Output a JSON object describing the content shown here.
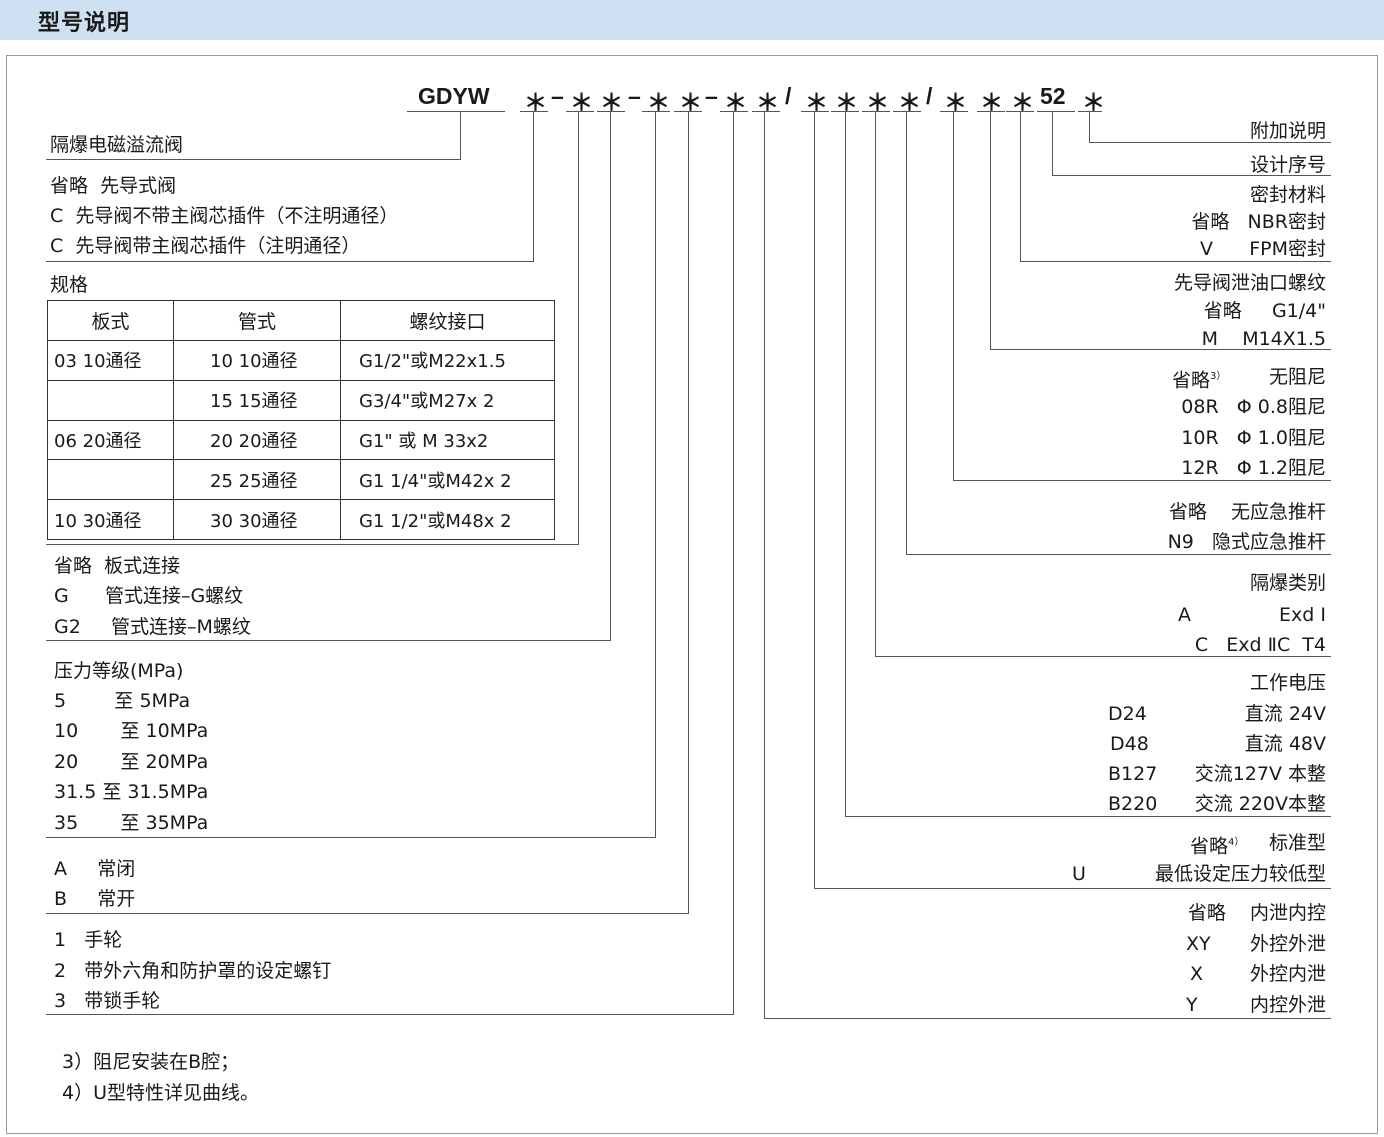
{
  "header": {
    "title": "型号说明"
  },
  "code": {
    "prefix": "GDYW",
    "chars": [
      "＊",
      "–",
      "＊",
      "＊",
      "–",
      "＊",
      "＊",
      "–",
      "＊",
      "＊",
      "/",
      "＊",
      "＊",
      "＊",
      "＊",
      "/",
      "＊",
      "＊",
      "＊",
      "52",
      "＊"
    ]
  },
  "left": {
    "name": "隔爆电磁溢流阀",
    "pilot": {
      "l1": "省略  先导式阀",
      "l2": "C  先导阀不带主阀芯插件（不注明通径）",
      "l3": "C  先导阀带主阀芯插件（注明通径）"
    },
    "spec": {
      "title": "规格",
      "headers": [
        "板式",
        "管式",
        "螺纹接口"
      ],
      "rows": [
        [
          "03 10通径",
          "10  10通径",
          "G1/2\"或M22x1.5"
        ],
        [
          "",
          "15  15通径",
          "G3/4\"或M27x 2"
        ],
        [
          "06 20通径",
          "20  20通径",
          "G1\"  或 M 33x2"
        ],
        [
          "",
          "25  25通径",
          "G1 1/4\"或M42x 2"
        ],
        [
          "10 30通径",
          "30  30通径",
          "G1 1/2\"或M48x 2"
        ]
      ]
    },
    "conn": {
      "l1": "省略  板式连接",
      "l2": "G      管式连接–G螺纹",
      "l3": "G2     管式连接–M螺纹"
    },
    "pressure": {
      "title": "压力等级(MPa)",
      "l1": "5        至 5MPa",
      "l2": "10       至 10MPa",
      "l3": "20       至 20MPa",
      "l4": "31.5 至 31.5MPa",
      "l5": "35       至 35MPa"
    },
    "state": {
      "l1": "A     常闭",
      "l2": "B     常开"
    },
    "adjust": {
      "l1": "1   手轮",
      "l2": "2   带外六角和防护罩的设定螺钉",
      "l3": "3   带锁手轮"
    }
  },
  "right": {
    "extra": "附加说明",
    "design": "设计序号",
    "seal": {
      "title": "密封材料",
      "l1": "省略   NBR密封",
      "l2": "V      FPM密封"
    },
    "drain": {
      "title": "先导阀泄油口螺纹",
      "l1": "省略     G1/4\"",
      "l2": "M    M14X1.5"
    },
    "damp": {
      "l1a": "省略",
      "l1sup": "3）",
      "l1b": "无阻尼",
      "l2": "08R   Φ 0.8阻尼",
      "l3": "10R   Φ 1.0阻尼",
      "l4": "12R   Φ 1.2阻尼"
    },
    "push": {
      "l1": "省略    无应急推杆",
      "l2": "N9   隐式应急推杆"
    },
    "ex": {
      "title": "隔爆类别",
      "l1a": "A",
      "l1b": "Exd Ⅰ",
      "l2": "C   Exd ⅡC  T4"
    },
    "voltage": {
      "title": "工作电压",
      "r1a": "D24",
      "r1b": "直流 24V",
      "r2a": "D48",
      "r2b": "直流 48V",
      "r3a": "B127",
      "r3b": "交流127V 本整",
      "r4a": "B220",
      "r4b": "交流 220V本整"
    },
    "ptype": {
      "l1a": "省略",
      "l1sup": "4）",
      "l1b": "标准型",
      "l2a": "U",
      "l2b": "最低设定压力较低型"
    },
    "ctrl": {
      "l1": "省略    内泄内控",
      "l2a": "XY",
      "l2b": "外控外泄",
      "l3a": "X",
      "l3b": "外控内泄",
      "l4a": "Y",
      "l4b": "内控外泄"
    }
  },
  "notes": {
    "n3": "3）阻尼安装在B腔；",
    "n4": "4）U型特性详见曲线。"
  }
}
